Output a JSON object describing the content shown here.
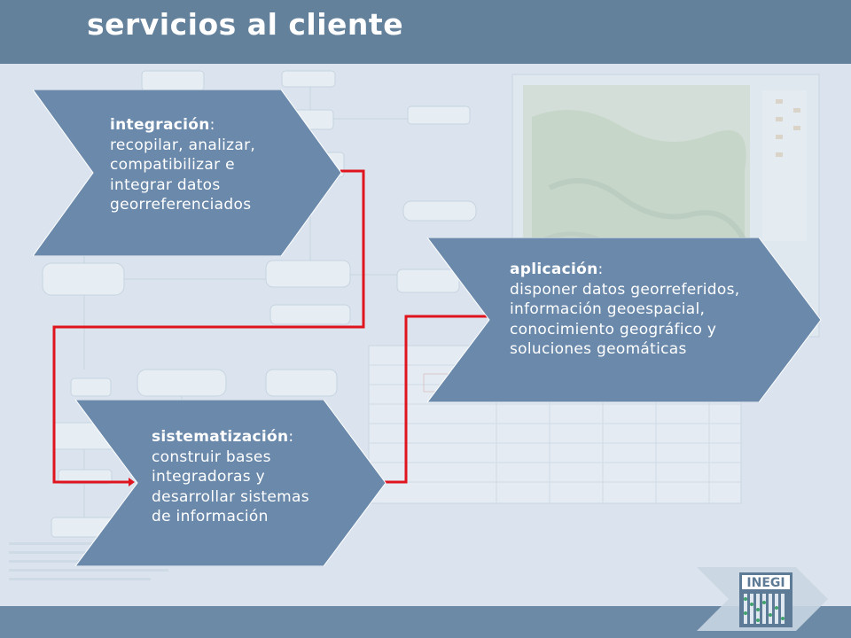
{
  "header": {
    "title": "servicios al cliente"
  },
  "steps": [
    {
      "heading": "integración",
      "colon": ":",
      "lines": [
        "recopilar, analizar,",
        "compatibilizar e",
        "integrar datos",
        "georreferenciados"
      ]
    },
    {
      "heading": "sistematización",
      "colon": ":",
      "lines": [
        "construir bases",
        "integradoras y",
        "desarrollar sistemas",
        "de información"
      ]
    },
    {
      "heading": "aplicación",
      "colon": ":",
      "lines": [
        "disponer datos georreferidos,",
        "información geoespacial,",
        "conocimiento geográfico y",
        "soluciones geomáticas"
      ]
    }
  ],
  "logo": {
    "text": "INEGI"
  },
  "colors": {
    "header": "#64819c",
    "chevron": "#6a89ab",
    "connector": "#e0141e",
    "background": "#dde6ef"
  }
}
